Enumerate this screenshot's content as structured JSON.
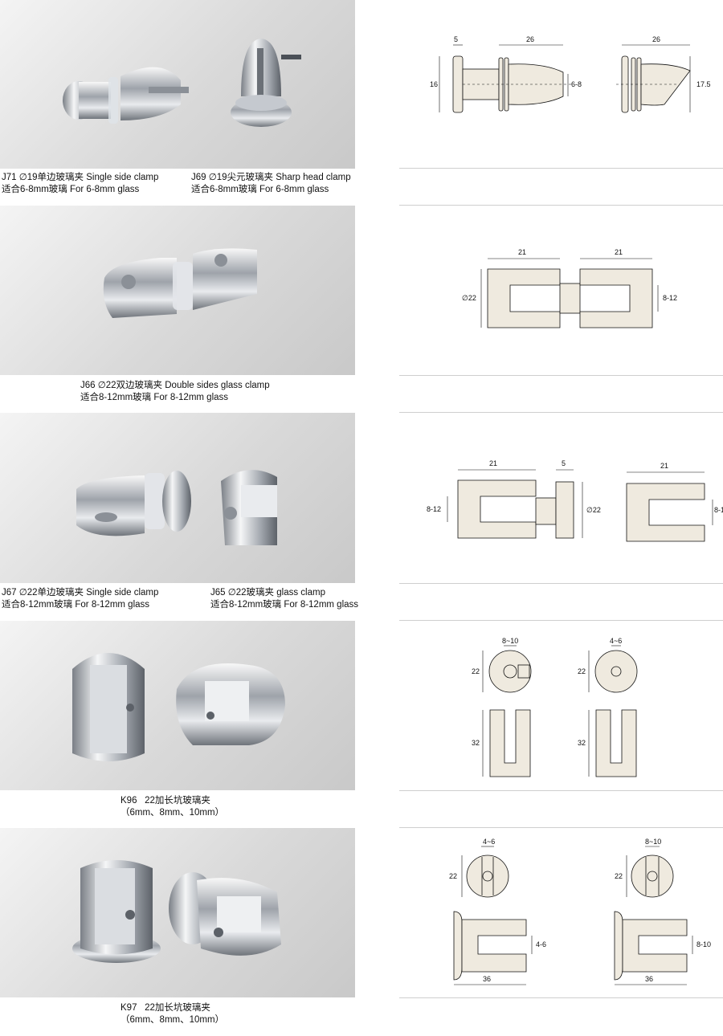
{
  "colors": {
    "part_fill": "#efeadf",
    "line": "#111111",
    "photo_bg": "#d9d9d9",
    "chrome": "#b8bcc2"
  },
  "products": [
    {
      "row": 1,
      "left_caption": {
        "code": "J71",
        "line1": "∅19单边玻璃夹  Single side clamp",
        "line2": "适合6-8mm玻璃  For 6-8mm glass"
      },
      "right_caption": {
        "code": "J69",
        "line1": "∅19尖元玻璃夹  Sharp head clamp",
        "line2": "适合6-8mm玻璃  For 6-8mm glass"
      },
      "dims": {
        "a": "5",
        "b": "26",
        "c": "16",
        "d": "6-8",
        "e": "26",
        "f": "17.5"
      }
    },
    {
      "row": 2,
      "caption": {
        "code": "J66",
        "line1": "∅22双边玻璃夹  Double sides glass clamp",
        "line2": "适合8-12mm玻璃  For 8-12mm glass"
      },
      "dims": {
        "a": "21",
        "b": "21",
        "c": "∅22",
        "d": "8-12"
      }
    },
    {
      "row": 3,
      "left_caption": {
        "code": "J67",
        "line1": "∅22单边玻璃夹  Single side clamp",
        "line2": "适合8-12mm玻璃  For 8-12mm glass"
      },
      "right_caption": {
        "code": "J65",
        "line1": "∅22玻璃夹    glass clamp",
        "line2": "适合8-12mm玻璃  For 8-12mm glass"
      },
      "dims": {
        "a": "21",
        "b": "5",
        "c": "8-12",
        "d": "∅22",
        "e": "21",
        "f": "8-1"
      }
    },
    {
      "row": 4,
      "caption": {
        "code": "K96",
        "line1": "22加长坑玻璃夹",
        "line2": "（6mm、8mm、10mm）"
      },
      "dims": {
        "a": "8~10",
        "b": "22",
        "c": "4~6",
        "d": "22",
        "e": "32",
        "f": "32"
      }
    },
    {
      "row": 5,
      "caption": {
        "code": "K97",
        "line1": "22加长坑玻璃夹",
        "line2": "（6mm、8mm、10mm）"
      },
      "dims": {
        "a": "4~6",
        "b": "22",
        "c": "4-6",
        "d": "36",
        "e": "8~10",
        "f": "22",
        "g": "8-10",
        "h": "36"
      }
    }
  ]
}
